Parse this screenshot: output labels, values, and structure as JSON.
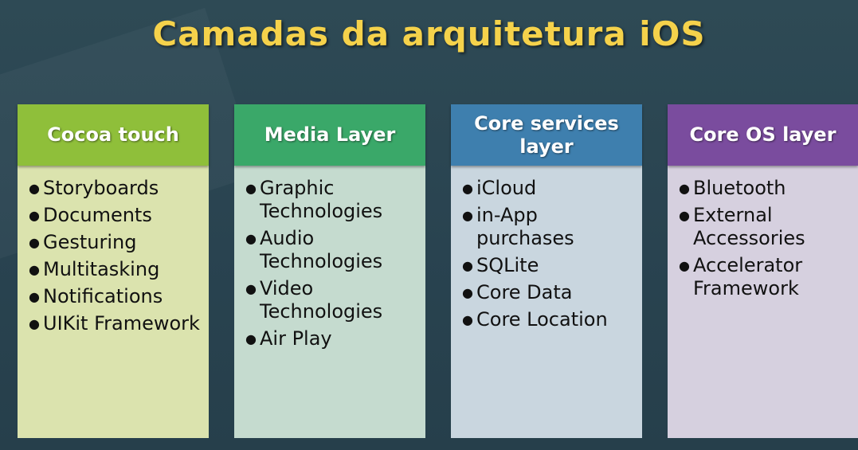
{
  "title": "Camadas da arquitetura iOS",
  "colors": {
    "title": "#f5d24b",
    "background": "#2b4652"
  },
  "columns": [
    {
      "header": "Cocoa touch",
      "header_color": "#8fbf3a",
      "body_color": "#dbe3ae",
      "items": [
        "Storyboards",
        "Documents",
        "Gesturing",
        "Multitasking",
        "Notifications",
        "UIKit Framework"
      ]
    },
    {
      "header": "Media Layer",
      "header_color": "#3aa869",
      "body_color": "#c5dbcf",
      "items": [
        "Graphic Technologies",
        "Audio Technologies",
        "Video Technologies",
        "Air Play"
      ]
    },
    {
      "header": "Core services layer",
      "header_color": "#3e7fae",
      "body_color": "#c9d6df",
      "items": [
        "iCloud",
        "in-App purchases",
        "SQLite",
        "Core Data",
        "Core Location"
      ]
    },
    {
      "header": "Core OS layer",
      "header_color": "#7a4c9e",
      "body_color": "#d6d0df",
      "items": [
        "Bluetooth",
        "External Accessories",
        "Accelerator Framework"
      ]
    }
  ]
}
